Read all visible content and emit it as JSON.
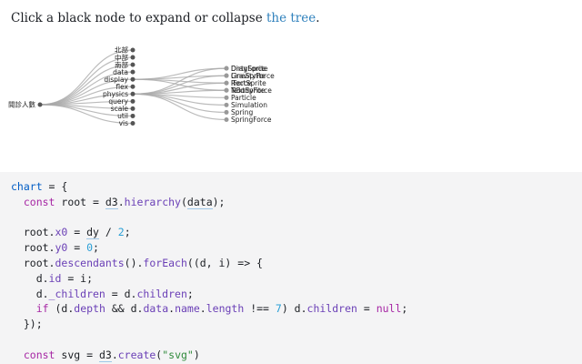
{
  "intro": {
    "before": "Click a black node to expand or collapse ",
    "link": "the tree",
    "after": "."
  },
  "tree": {
    "root": "閱診人數",
    "groups": [
      {
        "label": "北部",
        "expanded": false
      },
      {
        "label": "中部",
        "expanded": false
      },
      {
        "label": "南部",
        "expanded": false
      },
      {
        "label": "data",
        "expanded": false
      },
      {
        "label": "display",
        "expanded": true,
        "children": [
          "DirtySprite",
          "LineSprite",
          "RectSprite",
          "TextSprite"
        ]
      },
      {
        "label": "flex",
        "expanded": false
      },
      {
        "label": "physics",
        "expanded": true,
        "children": [
          "DragForce",
          "GravityForce",
          "IForce",
          "NBodyForce",
          "Particle",
          "Simulation",
          "Spring",
          "SpringForce"
        ]
      },
      {
        "label": "query",
        "expanded": false
      },
      {
        "label": "scale",
        "expanded": false
      },
      {
        "label": "util",
        "expanded": false
      },
      {
        "label": "vis",
        "expanded": false
      }
    ],
    "colors": {
      "link": "#aaaaaa",
      "collapsed_node": "#555555",
      "leaf_node": "#999999"
    }
  },
  "code": {
    "lines": [
      "chart = {",
      "  const root = d3.hierarchy(data);",
      "",
      "  root.x0 = dy / 2;",
      "  root.y0 = 0;",
      "  root.descendants().forEach((d, i) => {",
      "    d.id = i;",
      "    d._children = d.children;",
      "    if (d.depth && d.data.name.length !== 7) d.children = null;",
      "  });",
      "",
      "  const svg = d3.create(\"svg\")"
    ]
  }
}
